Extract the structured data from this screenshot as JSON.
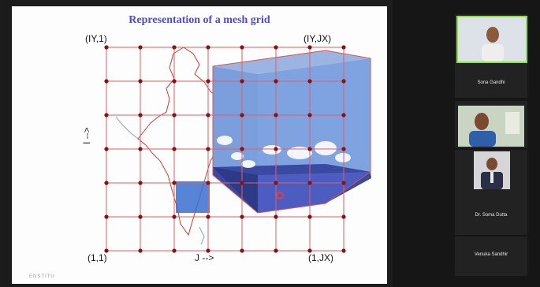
{
  "slide": {
    "title": "Representation of a mesh grid",
    "corner_labels": {
      "top_left": "(IY,1)",
      "top_right": "(IY,JX)",
      "bottom_left": "(1,1)",
      "bottom_right": "(1,JX)"
    },
    "axis_labels": {
      "j_axis": "J -->",
      "i_axis": "I -->"
    },
    "footer_logo": "ENSTITU"
  },
  "participants": [
    {
      "name": "Sona Gandhi",
      "video": true
    },
    {
      "name": "",
      "video": true
    },
    {
      "name": "Dr. Soma Dutta",
      "video": true
    },
    {
      "name": "Venuka Sandhir",
      "video": false
    }
  ],
  "colors": {
    "title": "#4a4ad8",
    "grid_line": "#e06060",
    "grid_node": "#8b1010",
    "cell_highlight": "#3a6fd0",
    "active_speaker_border": "#8fe03a"
  }
}
